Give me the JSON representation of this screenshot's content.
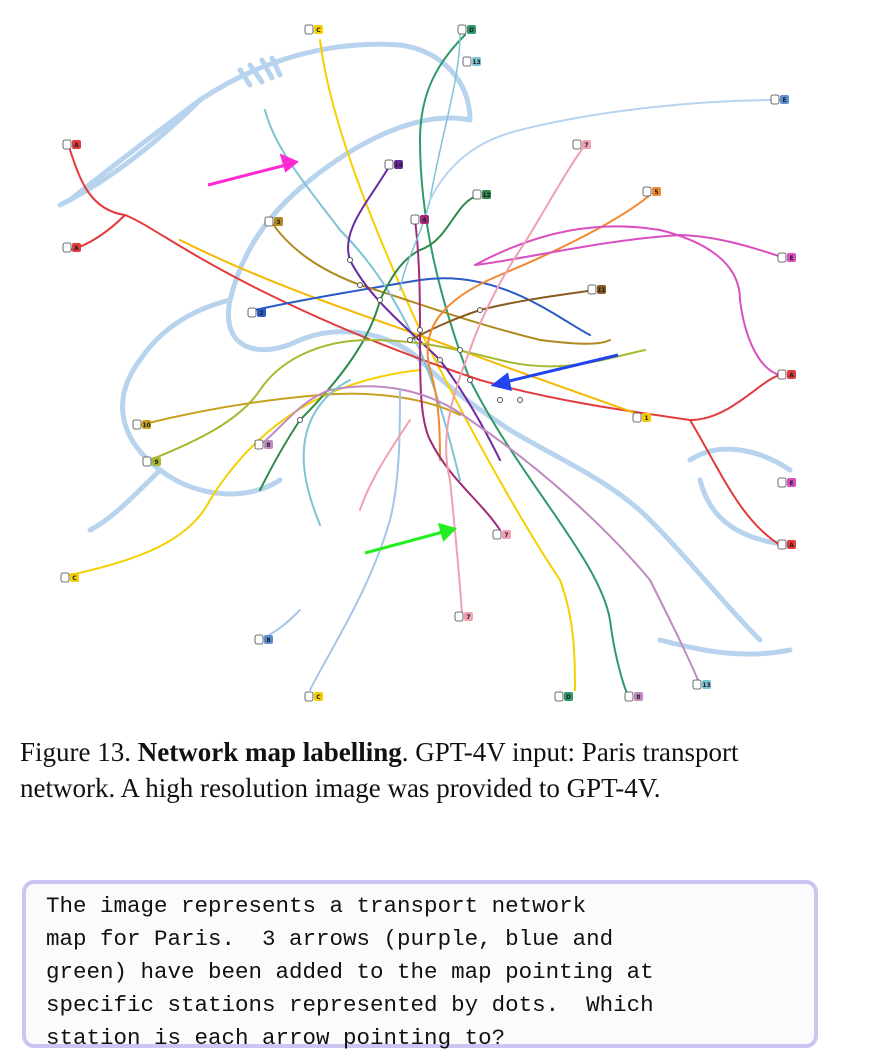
{
  "figure": {
    "label": "Figure 13.",
    "title": "Network map labelling",
    "caption_rest": ". GPT-4V input: Paris transport network. A high resolution image was provided to GPT-4V."
  },
  "prompt": {
    "text": "The image represents a transport network\nmap for Paris.  3 arrows (purple, blue and\ngreen) have been added to the map pointing at\nspecific stations represented by dots.  Which\nstation is each arrow pointing to?"
  },
  "map": {
    "river_color": "#b7d3ee",
    "arrows": [
      {
        "name": "magenta-arrow",
        "color": "#ff2ad4"
      },
      {
        "name": "blue-arrow",
        "color": "#2244ee"
      },
      {
        "name": "green-arrow",
        "color": "#22ee22"
      }
    ],
    "terminals": [
      {
        "label": "C",
        "color": "#f5d000"
      },
      {
        "label": "D",
        "color": "#2e9a6a"
      },
      {
        "label": "13",
        "color": "#7ec3d6"
      },
      {
        "label": "E",
        "color": "#5a8fd6"
      },
      {
        "label": "A",
        "color": "#e23b3b"
      },
      {
        "label": "A",
        "color": "#e23b3b"
      },
      {
        "label": "7",
        "color": "#f0a0b0"
      },
      {
        "label": "3",
        "color": "#b08a20"
      },
      {
        "label": "14",
        "color": "#6a2aa0"
      },
      {
        "label": "11",
        "color": "#8a5a20"
      },
      {
        "label": "12",
        "color": "#2e8a4a"
      },
      {
        "label": "5",
        "color": "#f08a30"
      },
      {
        "label": "E",
        "color": "#d94fc0"
      },
      {
        "label": "10",
        "color": "#c8a020"
      },
      {
        "label": "2",
        "color": "#2a5ac8"
      },
      {
        "label": "1",
        "color": "#f5c800"
      },
      {
        "label": "9",
        "color": "#a8b830"
      },
      {
        "label": "A",
        "color": "#e23b3b"
      },
      {
        "label": "E",
        "color": "#d94fc0"
      },
      {
        "label": "A",
        "color": "#e23b3b"
      },
      {
        "label": "8",
        "color": "#c08ac0"
      },
      {
        "label": "4",
        "color": "#a02a7a"
      },
      {
        "label": "7",
        "color": "#f0a0b0"
      },
      {
        "label": "7",
        "color": "#f0a0b0"
      },
      {
        "label": "C",
        "color": "#f5d000"
      },
      {
        "label": "B",
        "color": "#5a8fd6"
      },
      {
        "label": "C",
        "color": "#f5d000"
      },
      {
        "label": "D",
        "color": "#2e9a6a"
      },
      {
        "label": "8",
        "color": "#c08ac0"
      },
      {
        "label": "13",
        "color": "#7ec3d6"
      }
    ]
  }
}
